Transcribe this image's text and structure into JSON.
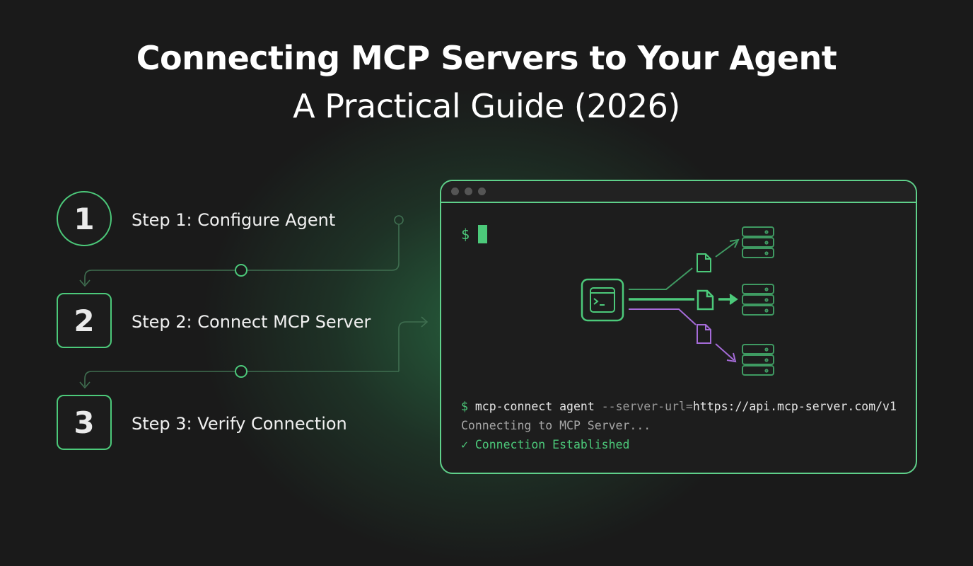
{
  "title": {
    "line1": "Connecting MCP Servers to Your Agent",
    "line2": "A Practical Guide (2026)"
  },
  "steps": [
    {
      "number": "1",
      "label": "Step 1: Configure Agent"
    },
    {
      "number": "2",
      "label": "Step 2: Connect MCP Server"
    },
    {
      "number": "3",
      "label": "Step 3: Verify Connection"
    }
  ],
  "terminal": {
    "prompt_symbol": "$",
    "command": {
      "prompt": "$",
      "program": "mcp-connect agent",
      "flag": "--server-url=",
      "value": "https://api.mcp-server.com/v1"
    },
    "status_line": "Connecting to MCP Server...",
    "success_line": "✓ Connection Established"
  },
  "icons": [
    "terminal-icon",
    "file-icon",
    "server-icon"
  ],
  "colors": {
    "accent_green": "#4cc97a",
    "accent_purple": "#a56bd8",
    "background": "#1a1a1a"
  }
}
